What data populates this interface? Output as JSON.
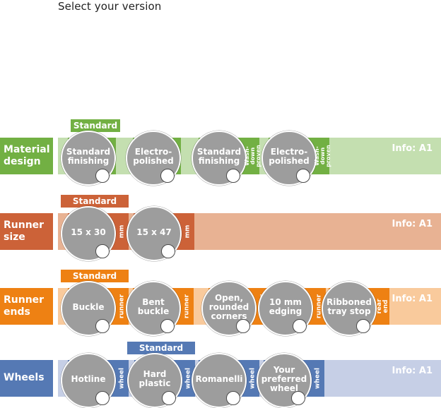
{
  "heading": "Select your version",
  "standard_label": "Standard",
  "info_label": "Info: A1",
  "rows": [
    {
      "id": "material-design",
      "label": "Material\ndesign",
      "color": "#72b043",
      "band_color": "#c4dfb0",
      "options": [
        {
          "text": "Standard\nfinishing",
          "side": "",
          "standard": true
        },
        {
          "text": "Electro-\npolished",
          "side": "",
          "standard": false
        },
        {
          "text": "Standard\nfinishing",
          "side": "Wash-down\nproven",
          "standard": false
        },
        {
          "text": "Electro-\npolished",
          "side": "Wash-down\nproven",
          "standard": false
        }
      ]
    },
    {
      "id": "runner-size",
      "label": "Runner\nsize",
      "color": "#cc6238",
      "band_color": "#e8b293",
      "options": [
        {
          "text": "15 x 30",
          "side": "mm",
          "standard": true
        },
        {
          "text": "15 x 47",
          "side": "mm",
          "standard": false
        }
      ]
    },
    {
      "id": "runner-ends",
      "label": "Runner\nends",
      "color": "#ee8113",
      "band_color": "#f9ca9c",
      "options": [
        {
          "text": "Buckle",
          "side": "runner",
          "standard": true
        },
        {
          "text": "Bent\nbuckle",
          "side": "runner",
          "standard": false
        },
        {
          "text": "Open,\nrounded\ncorners",
          "side": "runner",
          "standard": false
        },
        {
          "text": "10 mm\nedging",
          "side": "runner",
          "standard": false
        },
        {
          "text": "Ribboned\ntray stop",
          "side": "rear end",
          "standard": false
        }
      ]
    },
    {
      "id": "wheels",
      "label": "Wheels",
      "color": "#5579b4",
      "band_color": "#c6cfe6",
      "options": [
        {
          "text": "Hotline",
          "side": "wheel",
          "standard": false
        },
        {
          "text": "Hard\nplastic",
          "side": "wheel",
          "standard": true
        },
        {
          "text": "Romanelli",
          "side": "wheel",
          "standard": false
        },
        {
          "text": "Your\npreferred\nwheel",
          "side": "wheel",
          "standard": false
        }
      ]
    }
  ]
}
